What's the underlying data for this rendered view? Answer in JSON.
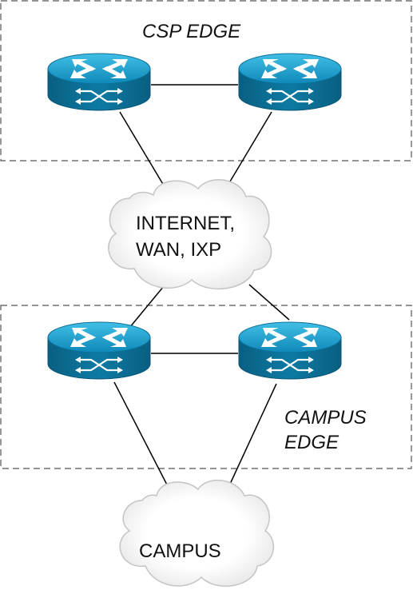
{
  "zones": {
    "csp": {
      "label": "CSP EDGE"
    },
    "campus_edge": {
      "label_line1": "CAMPUS",
      "label_line2": "EDGE"
    }
  },
  "clouds": {
    "internet": {
      "line1": "INTERNET,",
      "line2": "WAN, IXP"
    },
    "campus": {
      "label": "CAMPUS"
    }
  },
  "devices": {
    "csp_left": "router-icon",
    "csp_right": "router-icon",
    "campus_left": "router-icon",
    "campus_right": "router-icon"
  },
  "colors": {
    "router_top": "#1ba3cf",
    "router_body": "#0c6e94",
    "zone_border": "#555555",
    "cloud_stroke": "#bfbfbf"
  }
}
